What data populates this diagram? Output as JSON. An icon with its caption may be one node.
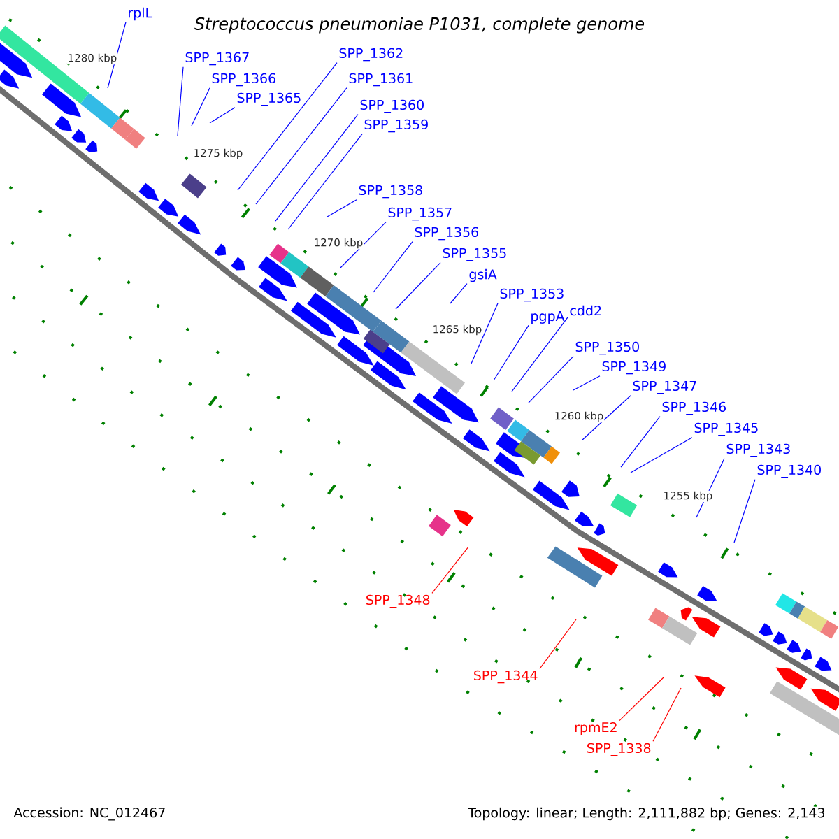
{
  "diagram": {
    "title": "Streptococcus pneumoniae P1031, complete genome",
    "nodes": [
      {
        "text": [
          "rplL"
        ]
      },
      {
        "text": [
          "SPP_1367"
        ]
      },
      {
        "text": [
          "SPP_1366"
        ]
      },
      {
        "text": [
          "SPP_1365"
        ]
      },
      {
        "text": [
          "SPP_1362"
        ]
      },
      {
        "text": [
          "SPP_1361"
        ]
      },
      {
        "text": [
          "SPP_1360"
        ]
      },
      {
        "text": [
          "SPP_1359"
        ]
      },
      {
        "text": [
          "SPP_1358"
        ]
      },
      {
        "text": [
          "SPP_1357"
        ]
      },
      {
        "text": [
          "SPP_1356"
        ]
      },
      {
        "text": [
          "SPP_1355"
        ]
      },
      {
        "text": [
          "gsiA"
        ]
      },
      {
        "text": [
          "SPP_1353"
        ]
      },
      {
        "text": [
          "pgpA"
        ]
      },
      {
        "text": [
          "cdd2"
        ]
      },
      {
        "text": [
          "SPP_1350"
        ]
      },
      {
        "text": [
          "SPP_1349"
        ]
      },
      {
        "text": [
          "SPP_1347"
        ]
      },
      {
        "text": [
          "SPP_1346"
        ]
      },
      {
        "text": [
          "SPP_1345"
        ]
      },
      {
        "text": [
          "SPP_1343"
        ]
      },
      {
        "text": [
          "SPP_1340"
        ]
      },
      {
        "text": [
          "SPP_1348"
        ]
      },
      {
        "text": [
          "SPP_1344"
        ]
      },
      {
        "text": [
          "rpmE2"
        ]
      },
      {
        "text": [
          "SPP_1338"
        ]
      }
    ],
    "edges": [
      {
        "from": 0,
        "to": null,
        "arrow": "none"
      },
      {
        "from": 1,
        "to": null,
        "arrow": "none"
      },
      {
        "from": 2,
        "to": null,
        "arrow": "none"
      },
      {
        "from": 3,
        "to": null,
        "arrow": "none"
      },
      {
        "from": 4,
        "to": null,
        "arrow": "none"
      },
      {
        "from": 5,
        "to": null,
        "arrow": "none"
      },
      {
        "from": 6,
        "to": null,
        "arrow": "none"
      },
      {
        "from": 7,
        "to": null,
        "arrow": "none"
      },
      {
        "from": 8,
        "to": null,
        "arrow": "none"
      },
      {
        "from": 9,
        "to": null,
        "arrow": "none"
      },
      {
        "from": 10,
        "to": null,
        "arrow": "none"
      },
      {
        "from": 11,
        "to": null,
        "arrow": "none"
      },
      {
        "from": 12,
        "to": null,
        "arrow": "none"
      },
      {
        "from": 13,
        "to": null,
        "arrow": "none"
      },
      {
        "from": 14,
        "to": null,
        "arrow": "none"
      },
      {
        "from": 15,
        "to": null,
        "arrow": "none"
      },
      {
        "from": 16,
        "to": null,
        "arrow": "none"
      },
      {
        "from": 17,
        "to": null,
        "arrow": "none"
      },
      {
        "from": 18,
        "to": null,
        "arrow": "none"
      },
      {
        "from": 19,
        "to": null,
        "arrow": "none"
      },
      {
        "from": 20,
        "to": null,
        "arrow": "none"
      },
      {
        "from": 21,
        "to": null,
        "arrow": "none"
      },
      {
        "from": 22,
        "to": null,
        "arrow": "none"
      },
      {
        "from": 23,
        "to": null,
        "arrow": "none",
        "color": "#ff0000"
      },
      {
        "from": 24,
        "to": null,
        "arrow": "none",
        "color": "#ff0000"
      },
      {
        "from": 25,
        "to": null,
        "arrow": "none",
        "color": "#ff0000"
      },
      {
        "from": 26,
        "to": null,
        "arrow": "none",
        "color": "#ff0000"
      }
    ],
    "labels": [
      "1280 kbp",
      "1275 kbp",
      "1270 kbp",
      "1265 kbp",
      "1260 kbp",
      "1255 kbp",
      "Accession: NC_012467",
      "Topology: linear; Length: 2,111,882 bp; Genes: 2,143"
    ]
  }
}
